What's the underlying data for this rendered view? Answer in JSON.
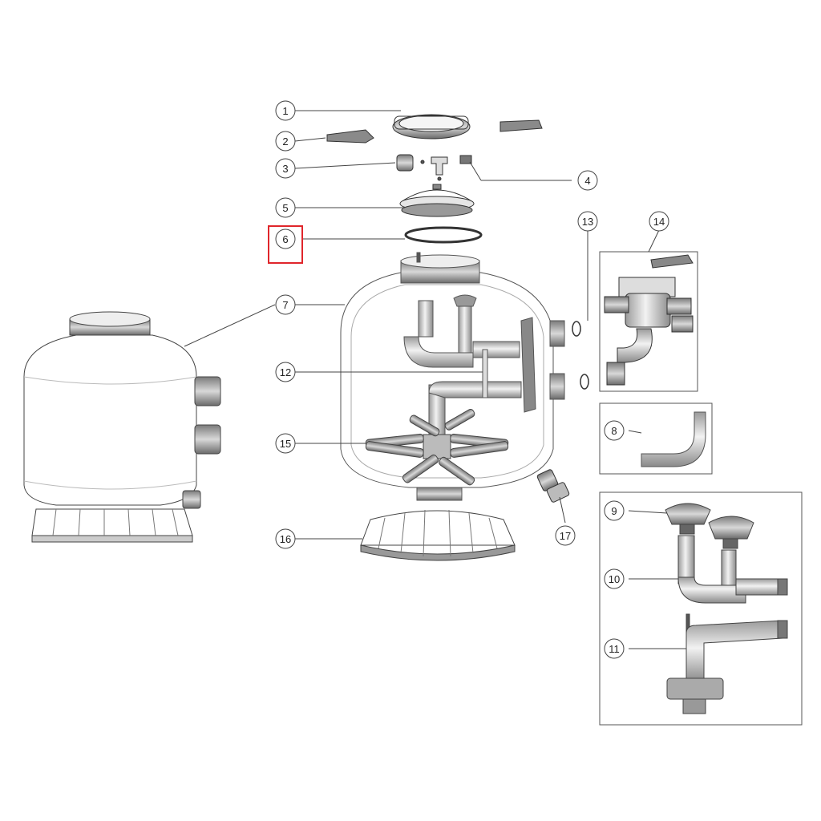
{
  "callouts": {
    "c1": "1",
    "c2": "2",
    "c3": "3",
    "c4": "4",
    "c5": "5",
    "c6": "6",
    "c7": "7",
    "c8": "8",
    "c9": "9",
    "c10": "10",
    "c11": "11",
    "c12": "12",
    "c13": "13",
    "c14": "14",
    "c15": "15",
    "c16": "16",
    "c17": "17"
  },
  "highlight": {
    "part": "6",
    "color": "#e0262b"
  },
  "colors": {
    "line": "#333333",
    "fill": "#ffffff",
    "shade": "#bdbdbd",
    "dark": "#555555"
  }
}
